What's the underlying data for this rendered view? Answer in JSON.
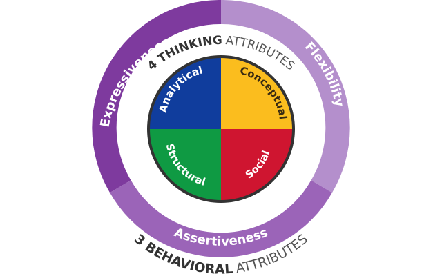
{
  "ring": {
    "segments": [
      {
        "id": "expressiveness",
        "label": "Expressiveness",
        "color": "#7e3a9e"
      },
      {
        "id": "flexibility",
        "label": "Flexibility",
        "color": "#b48fcc"
      },
      {
        "id": "assertiveness",
        "label": "Assertiveness",
        "color": "#9b64b8"
      }
    ]
  },
  "thinking": {
    "heading_bold": "4 THINKING",
    "heading_light": "ATTRIBUTES",
    "quadrants": [
      {
        "id": "analytical",
        "label": "Analytical",
        "color": "#103d9d",
        "text_color": "#ffffff"
      },
      {
        "id": "conceptual",
        "label": "Conceptual",
        "color": "#fbbd1e",
        "text_color": "#3a2b12"
      },
      {
        "id": "structural",
        "label": "Structural",
        "color": "#0f9a43",
        "text_color": "#ffffff"
      },
      {
        "id": "social",
        "label": "Social",
        "color": "#cf1530",
        "text_color": "#ffffff"
      }
    ],
    "border_color": "#333333"
  },
  "behavioral": {
    "heading_bold": "3 BEHAVIORAL",
    "heading_light": "ATTRIBUTES"
  }
}
